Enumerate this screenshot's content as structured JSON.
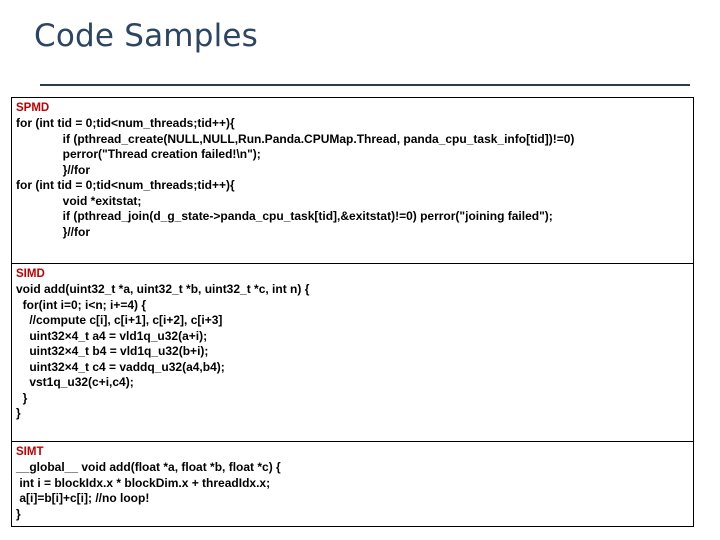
{
  "slide": {
    "title": "Code Samples",
    "accent_color": "#2B4562",
    "rule_color": "#2A3F4D",
    "label_color": "#C00000",
    "code_color": "#000000"
  },
  "code_table": {
    "sections": [
      {
        "label": "SPMD",
        "lines": [
          "for (int tid = 0;tid<num_threads;tid++){",
          "              if (pthread_create(NULL,NULL,Run.Panda.CPUMap.Thread, panda_cpu_task_info[tid])!=0)",
          "              perror(\"Thread creation failed!\\n\");",
          "              }//for",
          "for (int tid = 0;tid<num_threads;tid++){",
          "              void *exitstat;",
          "              if (pthread_join(d_g_state->panda_cpu_task[tid],&exitstat)!=0) perror(\"joining failed\");",
          "              }//for"
        ]
      },
      {
        "label": "SIMD",
        "lines": [
          "void add(uint32_t *a, uint32_t *b, uint32_t *c, int n) {",
          "  for(int i=0; i<n; i+=4) {",
          "    //compute c[i], c[i+1], c[i+2], c[i+3]",
          "    uint32×4_t a4 = vld1q_u32(a+i);",
          "    uint32×4_t b4 = vld1q_u32(b+i);",
          "    uint32×4_t c4 = vaddq_u32(a4,b4);",
          "    vst1q_u32(c+i,c4);",
          "  }",
          "}"
        ]
      },
      {
        "label": "SIMT",
        "lines": [
          "__global__ void add(float *a, float *b, float *c) {",
          " int i = blockIdx.x * blockDim.x + threadIdx.x;",
          " a[i]=b[i]+c[i]; //no loop!",
          "}"
        ]
      }
    ]
  }
}
